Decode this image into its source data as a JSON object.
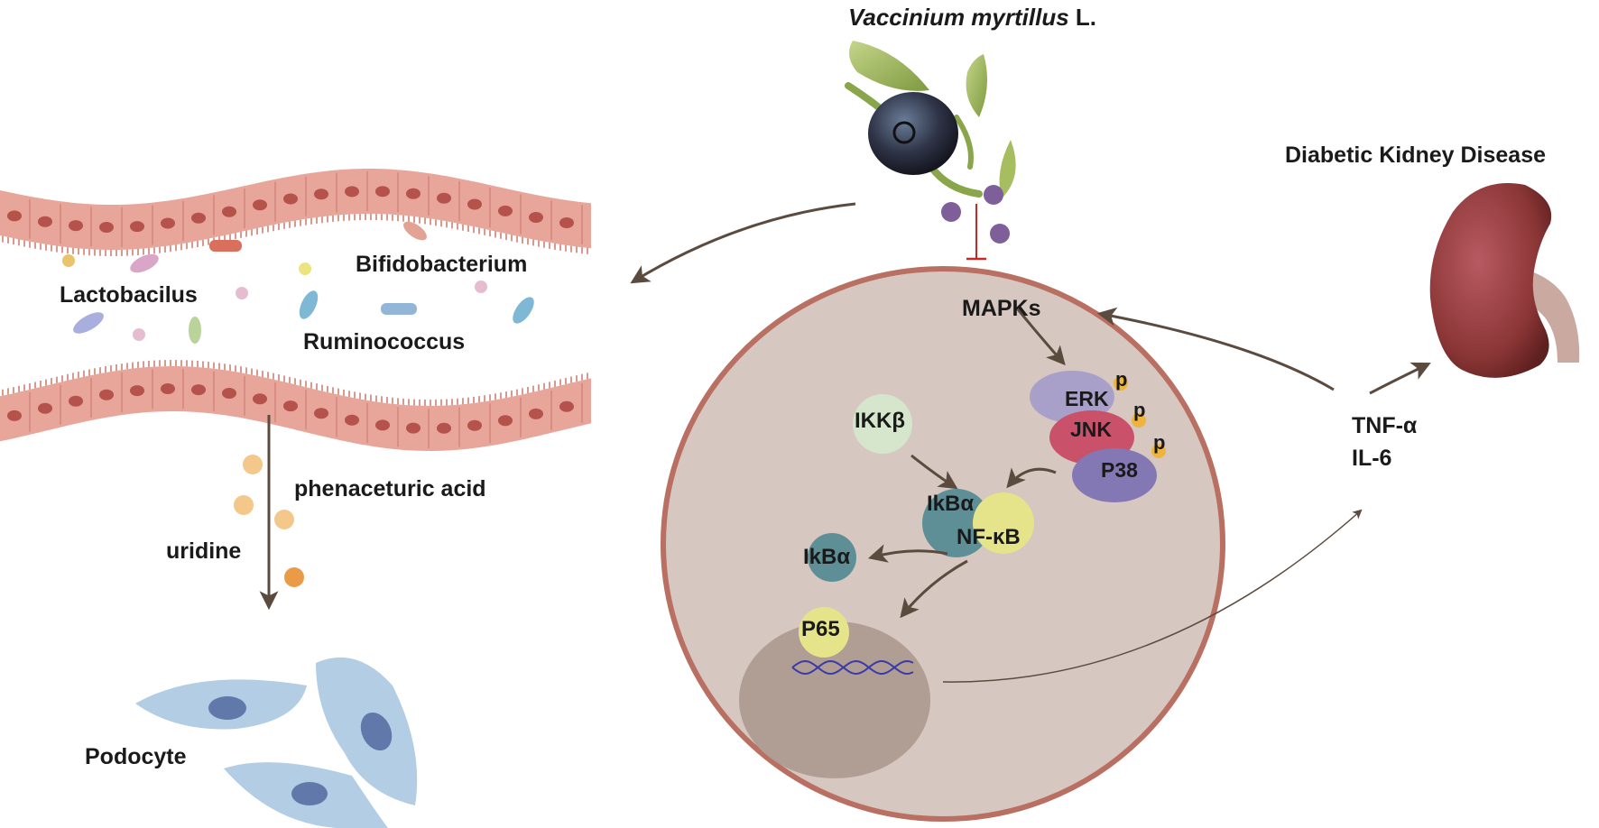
{
  "plant": {
    "name_italic": "Vaccinium myrtillus",
    "name_suffix": "L."
  },
  "disease": {
    "title": "Diabetic Kidney Disease"
  },
  "microbiota": {
    "bacteria": [
      "Lactobacilus",
      "Bifidobacterium",
      "Ruminococcus"
    ]
  },
  "metabolites": {
    "first": "phenaceturic acid",
    "second": "uridine"
  },
  "target_cell": "Podocyte",
  "pathway": {
    "mapks": "MAPKs",
    "erk": "ERK",
    "jnk": "JNK",
    "p38": "P38",
    "phospho": "p",
    "ikkb": "IKKβ",
    "ikba": "IkBα",
    "nfkb": "NF-κB",
    "ikba_released": "IkBα",
    "p65": "P65"
  },
  "cytokines": [
    "TNF-α",
    "IL-6"
  ],
  "colors": {
    "epithelium": "#e8a59a",
    "epithelium_dark": "#c9786c",
    "nucleus_cell": "#b4524b",
    "cell_body": "#d6c7c0",
    "cell_border": "#b96f61",
    "nucleus": "#b09d93",
    "arrow": "#5b4a3e",
    "inhibit": "#c62828",
    "erk": "#a8a0c8",
    "jnk": "#c9516a",
    "p38": "#8478b4",
    "phospho": "#f0b43c",
    "ikkb": "#d5e6cc",
    "ikba": "#5f8f96",
    "nfkb": "#e6e48a",
    "polyphenol": "#7e5f9a",
    "podocyte": "#b3cde4",
    "podocyte_nucleus": "#6178aa",
    "kidney": "#8b3636",
    "dna": "#3a3aa8"
  }
}
